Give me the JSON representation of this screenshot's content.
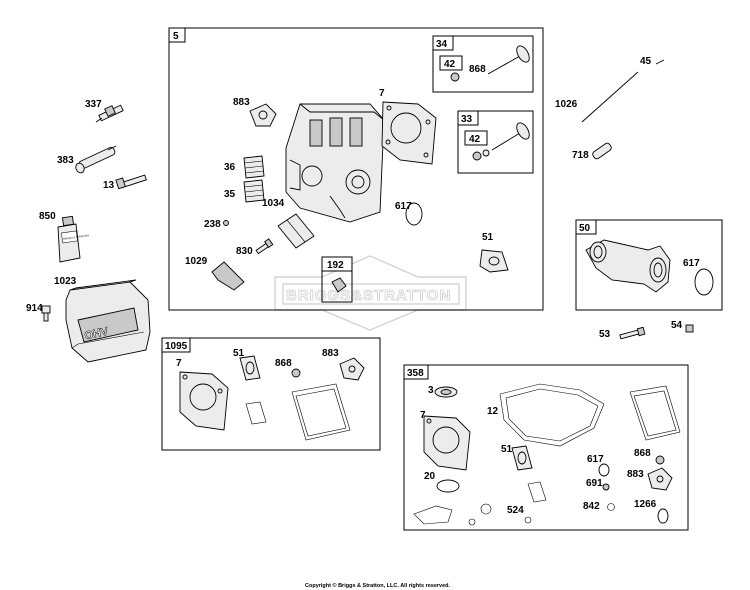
{
  "groups": {
    "g5": "5",
    "g34": "34",
    "g33": "33",
    "g50": "50",
    "g1095": "1095",
    "g358": "358",
    "g192": "192",
    "g42a": "42",
    "g42b": "42"
  },
  "labels": {
    "l337": "337",
    "l383": "383",
    "l13": "13",
    "l850": "850",
    "l1023": "1023",
    "l914": "914",
    "l883a": "883",
    "l7a": "7",
    "l868a": "868",
    "l36": "36",
    "l35": "35",
    "l238": "238",
    "l1034": "1034",
    "l617a": "617",
    "l830": "830",
    "l1029": "1029",
    "l51a": "51",
    "l45": "45",
    "l1026": "1026",
    "l718": "718",
    "l617b": "617",
    "l53": "53",
    "l54": "54",
    "l7b": "7",
    "l51b": "51",
    "l868b": "868",
    "l883b": "883",
    "l3": "3",
    "l12": "12",
    "l7c": "7",
    "l51c": "51",
    "l617c": "617",
    "l868c": "868",
    "l883c": "883",
    "l20": "20",
    "l691": "691",
    "l524": "524",
    "l842": "842",
    "l1266": "1266"
  },
  "watermark": "BRIGGS&STRATTON",
  "copyright": "Copyright © Briggs & Stratton, LLC. All rights reserved.",
  "cover_text": "OHV",
  "sealant_text": "BRIGGS & STRATTON"
}
